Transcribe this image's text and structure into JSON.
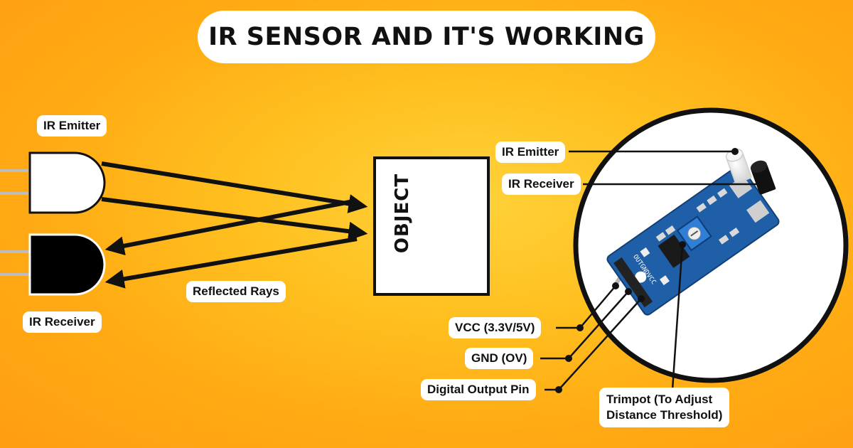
{
  "title": "IR SENSOR AND IT'S WORKING",
  "left_diagram": {
    "emitter_label": "IR Emitter",
    "receiver_label": "IR Receiver",
    "reflected_label": "Reflected Rays",
    "object_label": "OBJECT"
  },
  "sensor_module": {
    "emitter_label": "IR Emitter",
    "receiver_label": "IR Receiver",
    "vcc_label": "VCC (3.3V/5V)",
    "gnd_label": "GND (OV)",
    "out_label": "Digital Output Pin",
    "trimpot_label_line1": "Trimpot (To Adjust",
    "trimpot_label_line2": "Distance Threshold)",
    "pcb_pin_text": "OUTGNDVCC"
  },
  "colors": {
    "background": "#ffb41a",
    "pcb": "#1f5fa8",
    "ink": "#111111"
  }
}
